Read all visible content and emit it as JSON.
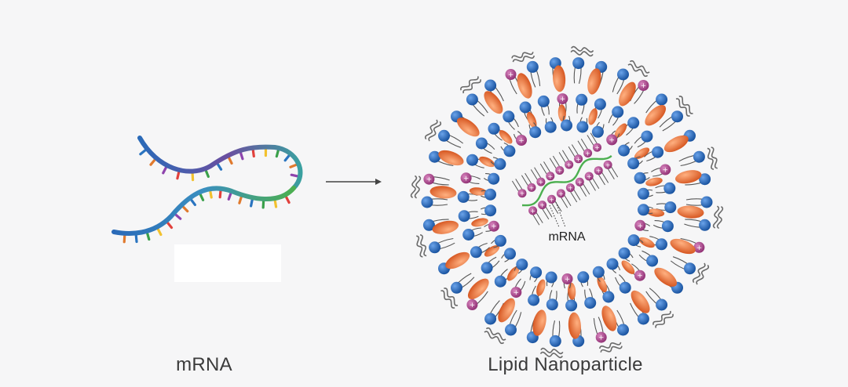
{
  "labels": {
    "left_caption": "mRNA",
    "right_caption": "Lipid Nanoparticle",
    "inner_label": "mRNA"
  },
  "colors": {
    "background": "#f6f6f7",
    "lipid_head_blue": "#1f63b8",
    "ionizable_head_pink": "#b0458e",
    "cholesterol_orange": "#e8642a",
    "peg_lipid_grey": "#6a6a6a",
    "mrna_strand_green": "#4caf50",
    "mrna_backbone_blue": "#2a6ab8",
    "mrna_backbone_purple": "#6b4fa0",
    "base_colors": [
      "#e2413c",
      "#f2c12e",
      "#3aa04a",
      "#2a74c0",
      "#e07a2e",
      "#8e44ad"
    ]
  },
  "icons": {
    "arrow": "arrow-right-icon",
    "positive_charge": "plus-icon"
  }
}
